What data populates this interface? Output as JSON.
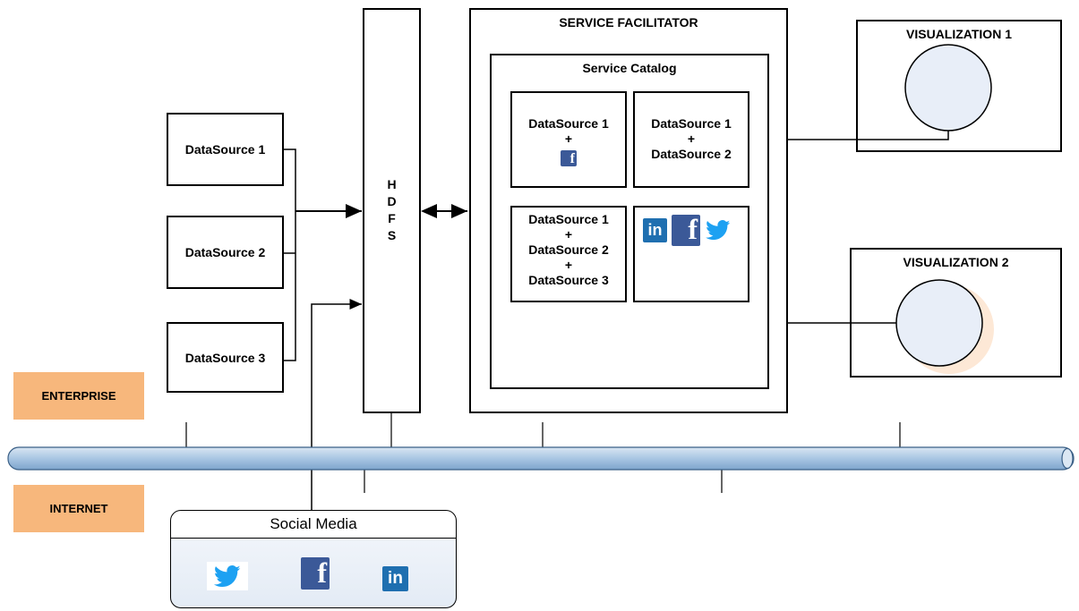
{
  "datasources": [
    "DataSource 1",
    "DataSource 2",
    "DataSource 3"
  ],
  "hdfs": [
    "H",
    "D",
    "F",
    "S"
  ],
  "service_facilitator": {
    "title": "SERVICE FACILITATOR",
    "catalog_title": "Service Catalog",
    "items": [
      {
        "lines": [
          "DataSource 1",
          "+"
        ],
        "icons": [
          "facebook-icon"
        ]
      },
      {
        "lines": [
          "DataSource 1",
          "+",
          "DataSource 2"
        ],
        "icons": []
      },
      {
        "lines": [
          "DataSource 1",
          "+",
          "DataSource 2",
          "+",
          "DataSource 3"
        ],
        "icons": []
      },
      {
        "lines": [],
        "icons": [
          "linkedin-icon",
          "facebook-icon",
          "twitter-icon"
        ]
      }
    ]
  },
  "visualizations": [
    "VISUALIZATION 1",
    "VISUALIZATION 2"
  ],
  "zones": {
    "enterprise": "ENTERPRISE",
    "internet": "INTERNET"
  },
  "social_media": {
    "title": "Social Media",
    "icons": [
      "twitter-icon",
      "facebook-icon",
      "linkedin-icon"
    ]
  },
  "icon_text": {
    "facebook": "f",
    "linkedin": "in"
  },
  "colors": {
    "zone_label": "#f7b77c",
    "bus": "#a9c6e3",
    "circle_fill": "#e8eef8",
    "facebook": "#3b5998",
    "linkedin": "#1f6fb0",
    "twitter": "#1da1f2"
  }
}
